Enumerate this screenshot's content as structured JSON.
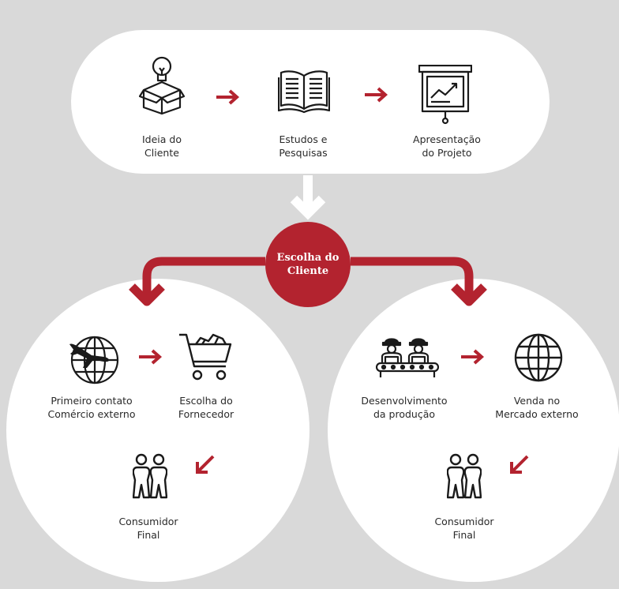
{
  "colors": {
    "background": "#d9d9d9",
    "accent": "#b3232f",
    "panel": "#ffffff",
    "icon": "#1a1a1a"
  },
  "top_flow": {
    "steps": [
      {
        "label_line1": "Ideia do",
        "label_line2": "Cliente",
        "icon": "lightbulb-box-icon"
      },
      {
        "label_line1": "Estudos e",
        "label_line2": "Pesquisas",
        "icon": "open-book-icon"
      },
      {
        "label_line1": "Apresentação",
        "label_line2": "do Projeto",
        "icon": "presentation-board-icon"
      }
    ]
  },
  "center": {
    "line1": "Escolha do",
    "line2": "Cliente"
  },
  "left_branch": {
    "step1": {
      "label_line1": "Primeiro contato",
      "label_line2": "Comércio externo",
      "icon": "globe-airplane-icon"
    },
    "step2": {
      "label_line1": "Escolha do",
      "label_line2": "Fornecedor",
      "icon": "shopping-cart-icon"
    },
    "step3": {
      "label_line1": "Consumidor",
      "label_line2": "Final",
      "icon": "consumers-icon"
    }
  },
  "right_branch": {
    "step1": {
      "label_line1": "Desenvolvimento",
      "label_line2": "da produção",
      "icon": "factory-workers-icon"
    },
    "step2": {
      "label_line1": "Venda no",
      "label_line2": "Mercado externo",
      "icon": "globe-icon"
    },
    "step3": {
      "label_line1": "Consumidor",
      "label_line2": "Final",
      "icon": "consumers-icon"
    }
  }
}
